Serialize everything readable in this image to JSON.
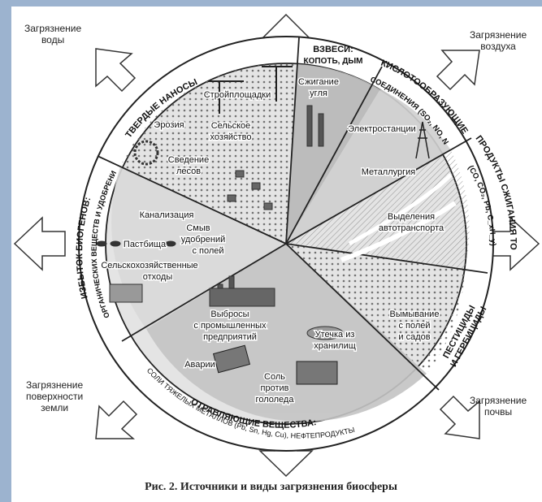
{
  "corners": {
    "water": [
      "Загрязнение",
      "воды"
    ],
    "air": [
      "Загрязнение",
      "воздуха"
    ],
    "surface": [
      "Загрязнение",
      "поверхности",
      "земли"
    ],
    "soil": [
      "Загрязнение",
      "почвы"
    ]
  },
  "sectors": {
    "solid": "ТВЕРДЫЕ НАНОСЫ",
    "suspended": [
      "ВЗВЕСИ:",
      "КОПОТЬ, ДЫМ"
    ],
    "acid": "КИСЛОТООБРАЗУЮЩИЕ",
    "acid_sub": "СОЕДИНЕНИЯ (SO₂, NO, NO₂)",
    "fuel": "ПРОДУКТЫ СЖИГАНИЯ ТОПЛИВА",
    "fuel_sub": "(CO, CO₂, Pb, C_xH_y)",
    "pesticides": [
      "ПЕСТИЦИДЫ",
      "И ГЕРБИЦИДЫ"
    ],
    "toxic": "ОТРАВЛЯЮЩИЕ ВЕЩЕСТВА:",
    "toxic_sub": "СОЛИ ТЯЖЕЛЫХ МЕТАЛЛОВ (Pb, Sn, Hg, Cu), НЕФТЕПРОДУКТЫ",
    "biogens": "ИЗБЫТОК БИОГЕНОВ:",
    "biogens_sub": "ОРГАНИЧЕСКИХ ВЕЩЕСТВ И УДОБРЕНИЙ"
  },
  "labels": {
    "construction": "Стройплощадки",
    "erosion": "Эрозия",
    "agri": [
      "Сельское",
      "хозяйство"
    ],
    "forest": [
      "Сведение",
      "лесов"
    ],
    "coal": [
      "Сжигание",
      "угля"
    ],
    "power": "Электростанции",
    "metal": "Металлургия",
    "transport": [
      "Выделения",
      "автотранспорта"
    ],
    "washout": [
      "Вымывание",
      "с полей",
      "и садов"
    ],
    "storage": [
      "Утечка из",
      "хранилищ"
    ],
    "salt": [
      "Соль",
      "против",
      "гололеда"
    ],
    "accidents": "Аварии",
    "industry": [
      "Выбросы",
      "с промышленных",
      "предприятий"
    ],
    "pasture": "Пастбища",
    "farm_waste": [
      "Сельскохозяйственные",
      "отходы"
    ],
    "sewage": "Канализация",
    "fertilizer": [
      "Смыв",
      "удобрений",
      "с полей"
    ]
  },
  "caption": "Рис. 2. Источники и виды загрязнения биосферы"
}
